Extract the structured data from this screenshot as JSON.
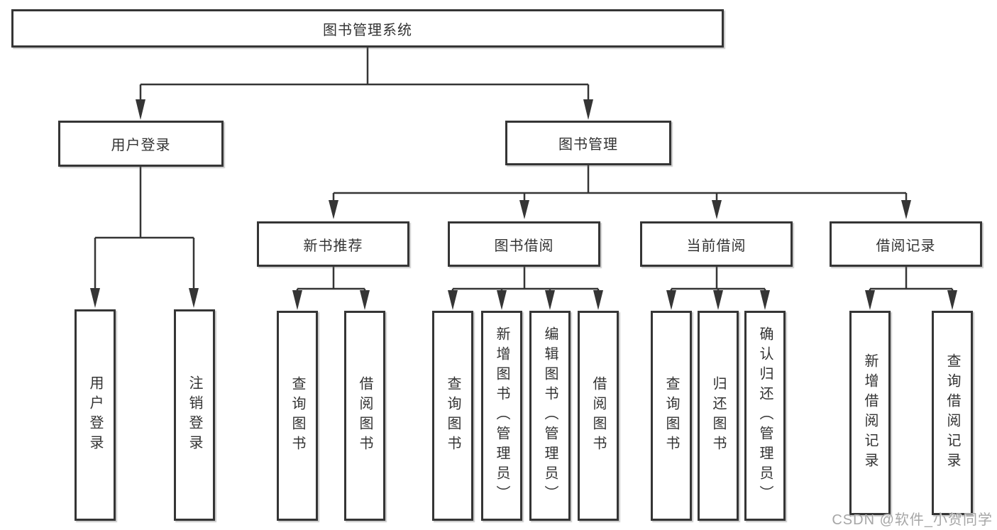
{
  "colors": {
    "line": "#353535",
    "text": "#333333",
    "box_background": "#ffffff",
    "watermark": "#a6a6a6"
  },
  "diagram": {
    "root": {
      "label": "图书管理系统"
    },
    "branches": [
      {
        "label": "用户登录",
        "leaves": [
          "用户登录",
          "注销登录"
        ]
      },
      {
        "label": "图书管理",
        "subbranches": [
          {
            "label": "新书推荐",
            "leaves": [
              "查询图书",
              "借阅图书"
            ]
          },
          {
            "label": "图书借阅",
            "leaves": [
              "查询图书",
              "新增图书（管理员）",
              "编辑图书（管理员）",
              "借阅图书"
            ]
          },
          {
            "label": "当前借阅",
            "leaves": [
              "查询图书",
              "归还图书",
              "确认归还（管理员）"
            ]
          },
          {
            "label": "借阅记录",
            "leaves": [
              "新增借阅记录",
              "查询借阅记录"
            ]
          }
        ]
      }
    ]
  },
  "watermark": {
    "text": "CSDN @软件_小贺同学"
  }
}
